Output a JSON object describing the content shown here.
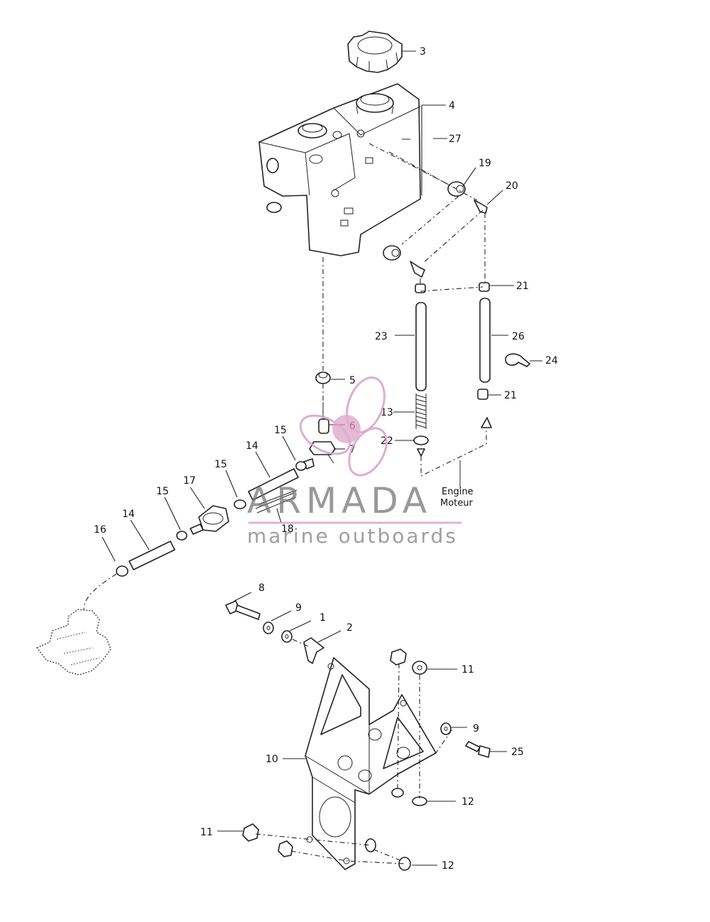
{
  "diagram": {
    "callouts": [
      {
        "id": "c3",
        "text": "3"
      },
      {
        "id": "c4",
        "text": "4"
      },
      {
        "id": "c27",
        "text": "27"
      },
      {
        "id": "c19",
        "text": "19"
      },
      {
        "id": "c20",
        "text": "20"
      },
      {
        "id": "c21a",
        "text": "21"
      },
      {
        "id": "c23",
        "text": "23"
      },
      {
        "id": "c26",
        "text": "26"
      },
      {
        "id": "c24",
        "text": "24"
      },
      {
        "id": "c5",
        "text": "5"
      },
      {
        "id": "c21b",
        "text": "21"
      },
      {
        "id": "c6",
        "text": "6"
      },
      {
        "id": "c13",
        "text": "13"
      },
      {
        "id": "c22",
        "text": "22"
      },
      {
        "id": "c7",
        "text": "7"
      },
      {
        "id": "c15a",
        "text": "15"
      },
      {
        "id": "c14a",
        "text": "14"
      },
      {
        "id": "c15b",
        "text": "15"
      },
      {
        "id": "c17",
        "text": "17"
      },
      {
        "id": "c15c",
        "text": "15"
      },
      {
        "id": "c14b",
        "text": "14"
      },
      {
        "id": "c16",
        "text": "16"
      },
      {
        "id": "c18",
        "text": "18"
      },
      {
        "id": "c8",
        "text": "8"
      },
      {
        "id": "c9a",
        "text": "9"
      },
      {
        "id": "c1",
        "text": "1"
      },
      {
        "id": "c2",
        "text": "2"
      },
      {
        "id": "c11a",
        "text": "11"
      },
      {
        "id": "c9b",
        "text": "9"
      },
      {
        "id": "c25",
        "text": "25"
      },
      {
        "id": "c10",
        "text": "10"
      },
      {
        "id": "c12a",
        "text": "12"
      },
      {
        "id": "c11b",
        "text": "11"
      },
      {
        "id": "c12b",
        "text": "12"
      }
    ],
    "engine_label_line1": "Engine",
    "engine_label_line2": "Moteur"
  },
  "watermark": {
    "title": "ARMADA",
    "subtitle": "marine outboards",
    "logo_color": "#d9a0c8"
  }
}
